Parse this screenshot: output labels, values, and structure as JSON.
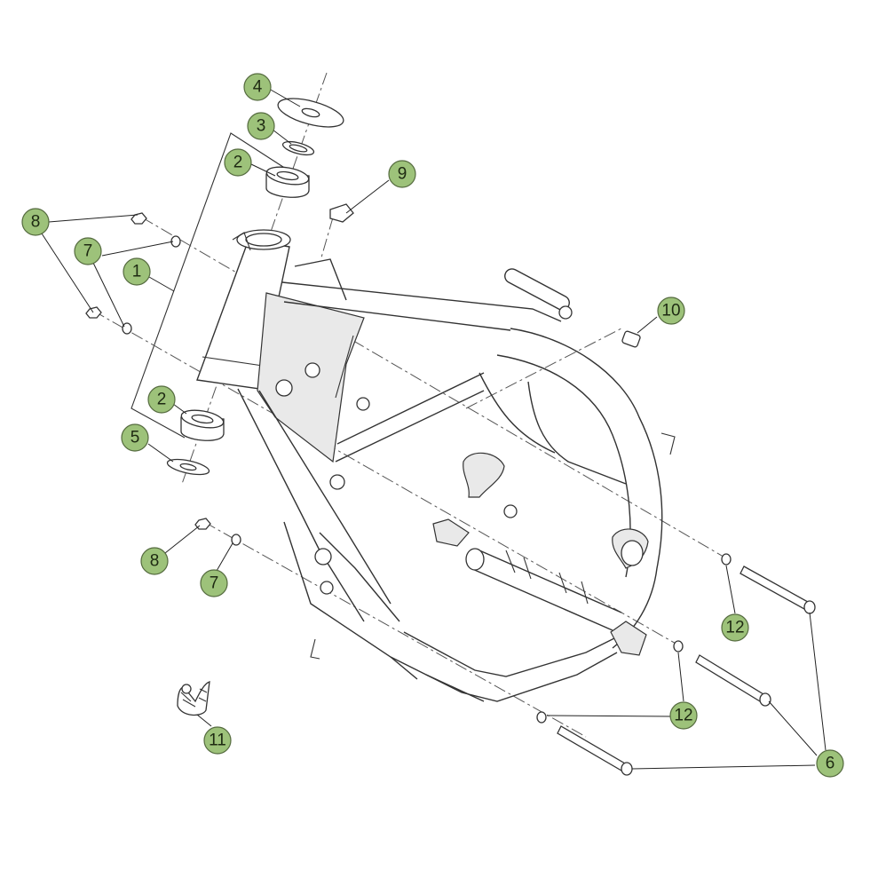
{
  "callouts": [
    {
      "id": "c4",
      "label": "4"
    },
    {
      "id": "c3",
      "label": "3"
    },
    {
      "id": "c2a",
      "label": "2"
    },
    {
      "id": "c9",
      "label": "9"
    },
    {
      "id": "c8a",
      "label": "8"
    },
    {
      "id": "c7a",
      "label": "7"
    },
    {
      "id": "c1",
      "label": "1"
    },
    {
      "id": "c10",
      "label": "10"
    },
    {
      "id": "c2b",
      "label": "2"
    },
    {
      "id": "c5",
      "label": "5"
    },
    {
      "id": "c8b",
      "label": "8"
    },
    {
      "id": "c7b",
      "label": "7"
    },
    {
      "id": "c12a",
      "label": "12"
    },
    {
      "id": "c12b",
      "label": "12"
    },
    {
      "id": "c11",
      "label": "11"
    },
    {
      "id": "c6",
      "label": "6"
    }
  ]
}
